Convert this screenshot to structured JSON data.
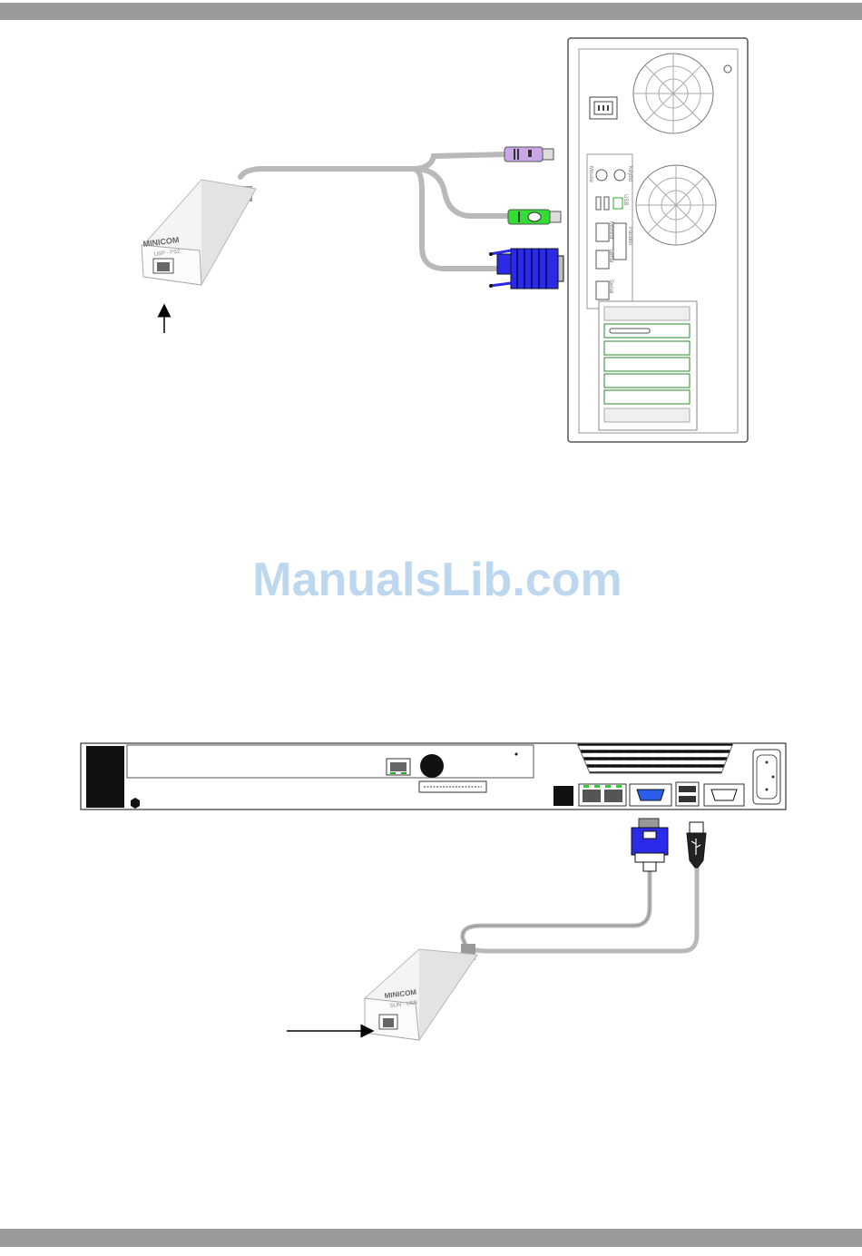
{
  "watermark": {
    "text": "ManualsLib.com",
    "color": "#bcd7ee"
  },
  "diagram1": {
    "adapter": {
      "brand": "MINICOM",
      "model": "USP - PS2"
    },
    "pc_port_labels": [
      "Mouse",
      "Keybd",
      "USB",
      "Parallel",
      "Monitor",
      "Serial",
      "Serial"
    ]
  },
  "diagram2": {
    "adapter": {
      "brand": "MINICOM",
      "model": "SUN - USB"
    }
  },
  "colors": {
    "bar": "#9a9a9a",
    "ps2_mouse": "#c9a6e6",
    "ps2_keyboard": "#33dd33",
    "vga": "#2a2ae8",
    "cable": "#b9b9b9"
  }
}
